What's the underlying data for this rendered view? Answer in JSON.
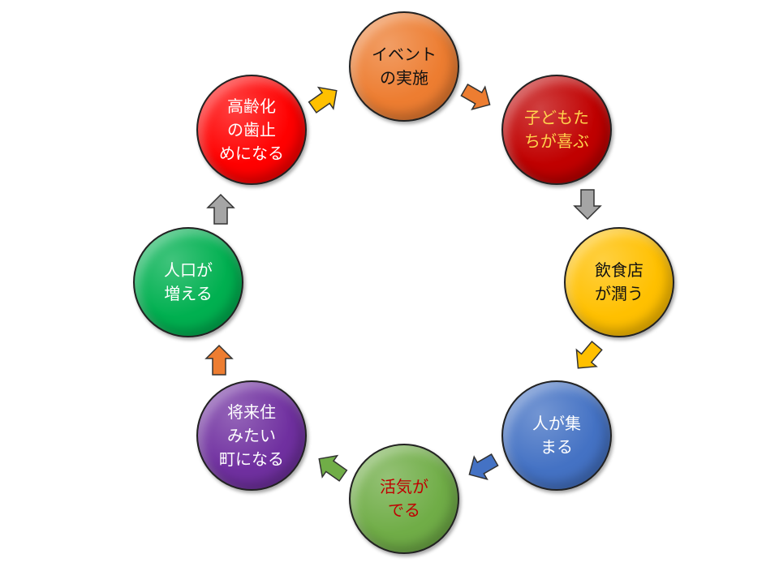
{
  "nodes": [
    {
      "label": "イベント\nの実施",
      "color": "#ED7D31",
      "text_color": "#111111"
    },
    {
      "label": "子どもた\nちが喜ぶ",
      "color": "#C00000",
      "text_color": "#FFD34D"
    },
    {
      "label": "飲食店\nが潤う",
      "color": "#FFC000",
      "text_color": "#111111"
    },
    {
      "label": "人が集\nまる",
      "color": "#4472C4",
      "text_color": "#FFFFFF"
    },
    {
      "label": "活気が\nでる",
      "color": "#70AD47",
      "text_color": "#C00000"
    },
    {
      "label": "将来住\nみたい\n町になる",
      "color": "#7030A0",
      "text_color": "#FFFFFF"
    },
    {
      "label": "人口が\n増える",
      "color": "#00B050",
      "text_color": "#FFFFFF"
    },
    {
      "label": "高齢化\nの歯止\nめになる",
      "color": "#FF0000",
      "text_color": "#FFFFFF"
    }
  ],
  "arrows": [
    {
      "from": "高齢化の歯止めになる",
      "to": "イベントの実施",
      "color": "#FFC000"
    },
    {
      "from": "イベントの実施",
      "to": "子どもたちが喜ぶ",
      "color": "#ED7D31"
    },
    {
      "from": "子どもたちが喜ぶ",
      "to": "飲食店が潤う",
      "color": "#A5A5A5"
    },
    {
      "from": "飲食店が潤う",
      "to": "人が集まる",
      "color": "#FFC000"
    },
    {
      "from": "人が集まる",
      "to": "活気がでる",
      "color": "#4472C4"
    },
    {
      "from": "活気がでる",
      "to": "将来住みたい町になる",
      "color": "#70AD47"
    },
    {
      "from": "将来住みたい町になる",
      "to": "人口が増える",
      "color": "#ED7D31"
    },
    {
      "from": "人口が増える",
      "to": "高齢化の歯止めになる",
      "color": "#A5A5A5"
    }
  ]
}
